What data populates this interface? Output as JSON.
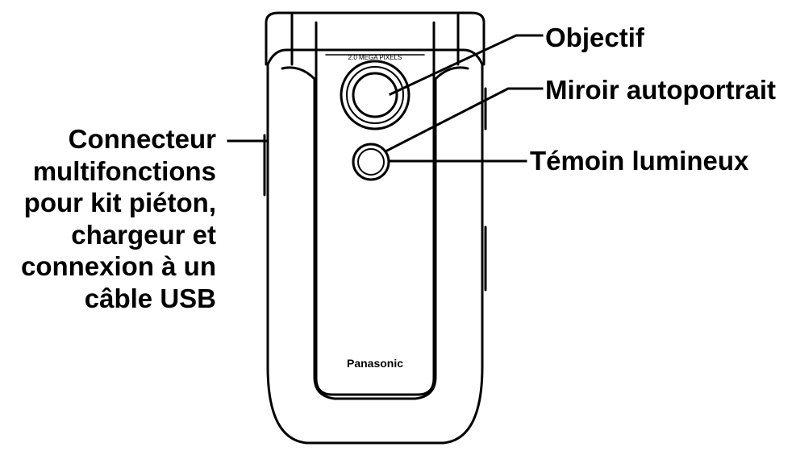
{
  "diagram": {
    "phone": {
      "brand": "Panasonic",
      "camera_caption": "2.0 MEGA PIXELS"
    },
    "callouts": {
      "objectif": "Objectif",
      "miroir": "Miroir autoportrait",
      "temoin": "Témoin lumineux",
      "connecteur": [
        "Connecteur",
        "multifonctions",
        "pour kit piéton,",
        "chargeur et",
        "connexion à un",
        "câble USB"
      ]
    },
    "colors": {
      "line": "#000000",
      "background": "#ffffff"
    }
  }
}
